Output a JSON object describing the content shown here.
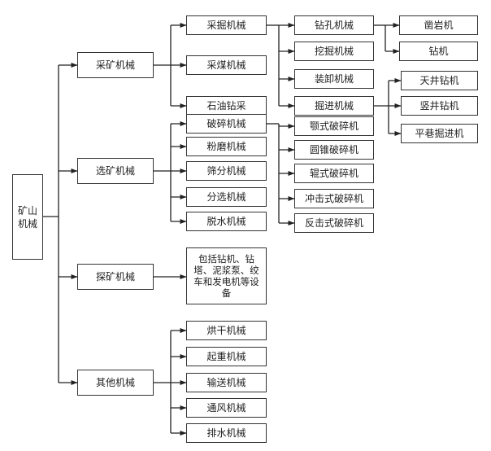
{
  "diagram": {
    "root": "矿山机械",
    "categories": [
      "采矿机械",
      "选矿机械",
      "探矿机械",
      "其他机械"
    ],
    "mining": {
      "items": [
        "采掘机械",
        "采煤机械",
        "石油钻采"
      ],
      "excavation": [
        "钻孔机械",
        "挖掘机械",
        "装卸机械",
        "掘进机械"
      ],
      "drilling": [
        "凿岩机",
        "钻机"
      ],
      "tunneling": [
        "天井钻机",
        "竖井钻机",
        "平巷掘进机"
      ]
    },
    "beneficiation": {
      "items": [
        "破碎机械",
        "粉磨机械",
        "筛分机械",
        "分选机械",
        "脱水机械"
      ],
      "crushers": [
        "颚式破碎机",
        "圆锥破碎机",
        "辊式破碎机",
        "冲击式破碎机",
        "反击式破碎机"
      ]
    },
    "exploration": {
      "description": "包括钻机、钻塔、泥浆泵、绞车和发电机等设备"
    },
    "other": {
      "items": [
        "烘干机械",
        "起重机械",
        "输送机械",
        "通风机械",
        "排水机械"
      ]
    }
  }
}
